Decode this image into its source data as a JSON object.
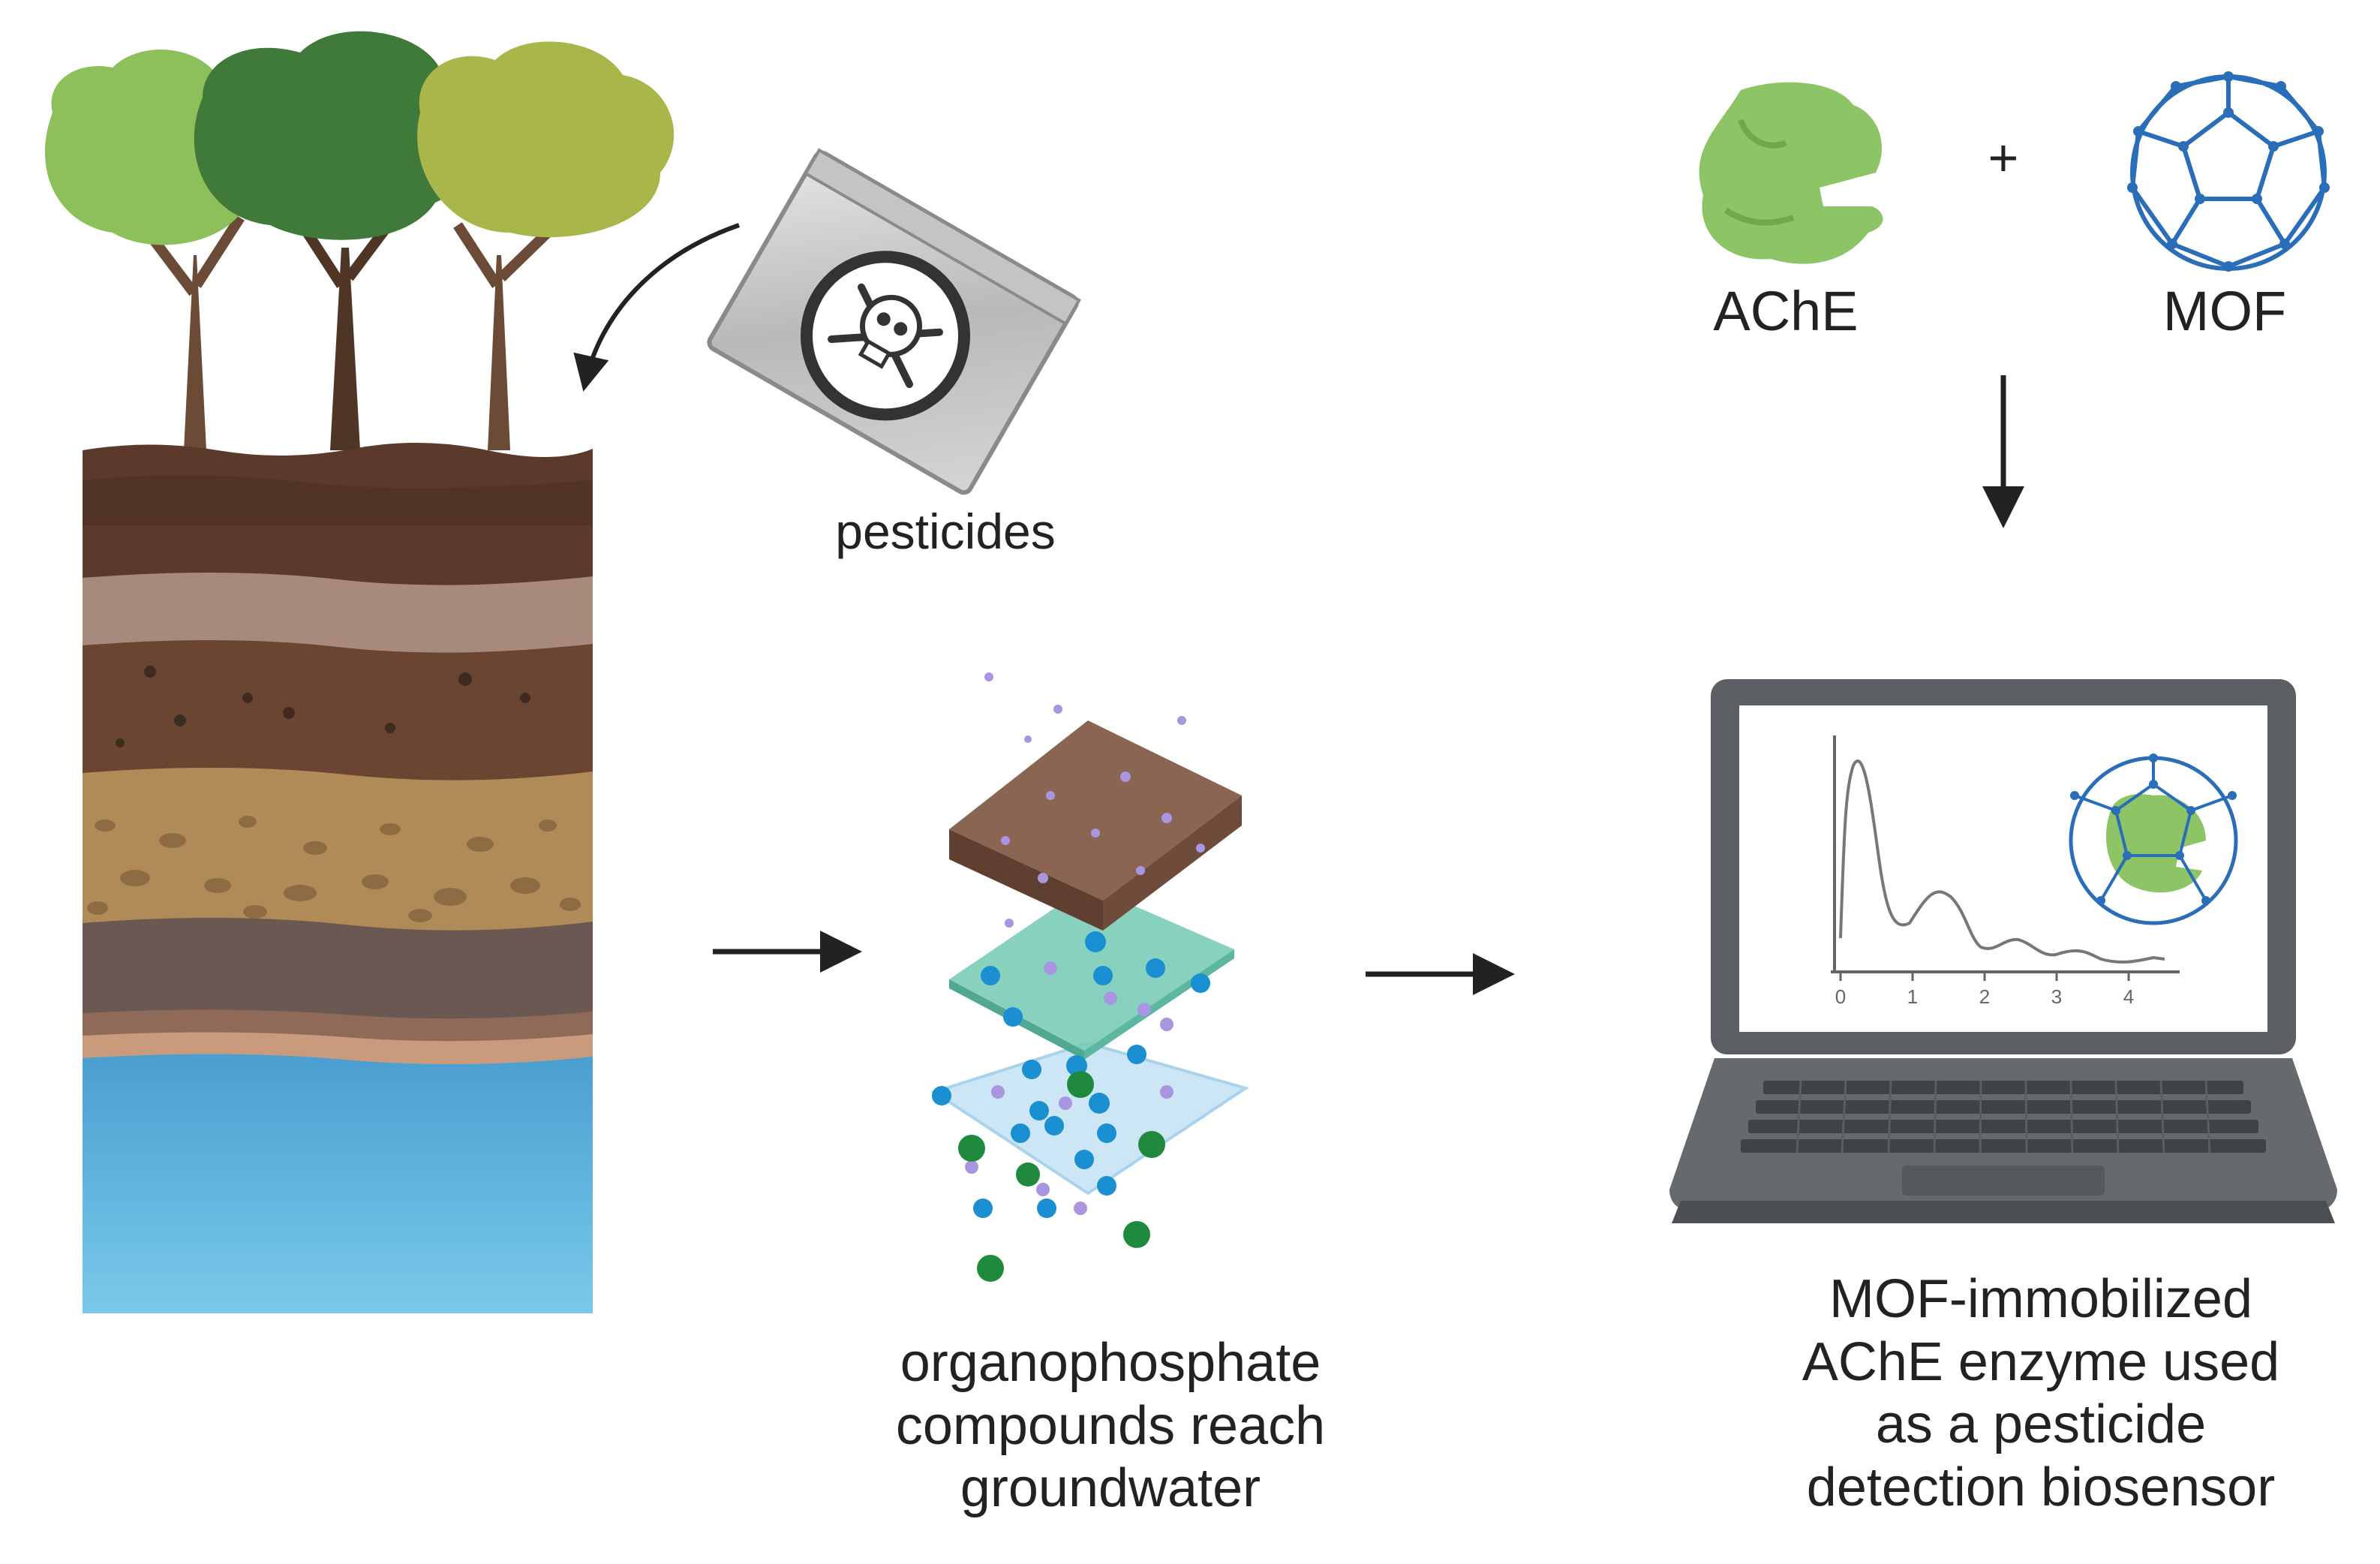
{
  "labels": {
    "pesticides": "pesticides",
    "ache": "AChE",
    "mof": "MOF",
    "plus": "+",
    "organophosphate": [
      "organophosphate",
      "compounds reach",
      "groundwater"
    ],
    "biosensor": [
      "MOF-immobilized",
      "AChE enzyme used",
      "as a pesticide",
      "detection biosensor"
    ]
  },
  "screen_chart": {
    "x_ticks": [
      "0",
      "1",
      "2",
      "3",
      "4"
    ]
  },
  "icons": [
    "tree-icon",
    "pesticide-bag-icon",
    "skull-crossbones-icon",
    "soil-profile-icon",
    "groundwater-icon",
    "soil-layer-icon",
    "water-layer-icon",
    "ache-enzyme-icon",
    "mof-cage-icon",
    "laptop-icon"
  ],
  "colors": {
    "tree_light": "#8dbf5a",
    "tree_dark": "#3f7a3a",
    "tree_olive": "#a9b74a",
    "soil_dark": "#5b3a2b",
    "sand": "#b08a57",
    "water": "#6cc1e3",
    "enzyme": "#8cc466",
    "mof_blue": "#2a6db8",
    "laptop": "#5b5f63",
    "arrow": "#222222"
  }
}
